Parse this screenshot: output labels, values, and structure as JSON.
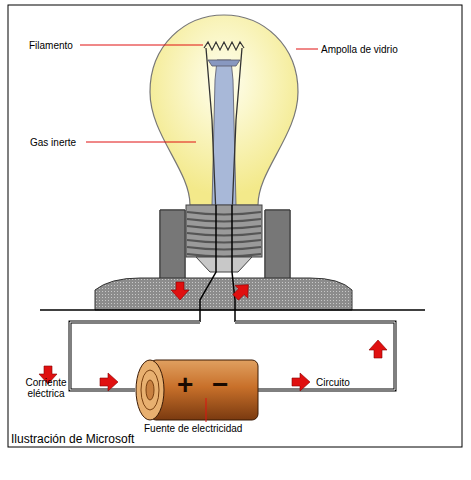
{
  "diagram": {
    "labels": [
      "Filamento",
      "Ampolla de vidrio",
      "Gas inerte",
      "Corriente eléctrica",
      "Fuente de electricidad",
      "Circuito",
      "+",
      "−",
      "Ilustración de Microsoft"
    ]
  }
}
